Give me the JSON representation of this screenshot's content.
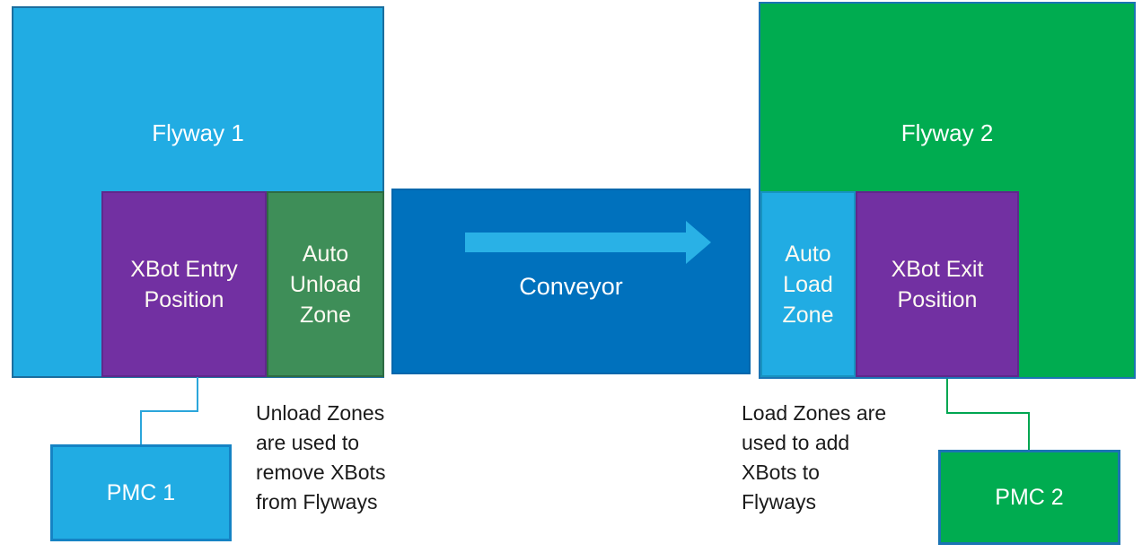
{
  "diagram": {
    "flyway1": {
      "label": "Flyway 1"
    },
    "flyway2": {
      "label": "Flyway 2"
    },
    "xbot_entry": {
      "label": "XBot Entry\nPosition"
    },
    "auto_unload": {
      "label": "Auto\nUnload\nZone"
    },
    "conveyor": {
      "label": "Conveyor",
      "arrow_icon": "right-arrow"
    },
    "auto_load": {
      "label": "Auto\nLoad\nZone"
    },
    "xbot_exit": {
      "label": "XBot Exit\nPosition"
    },
    "pmc1": {
      "label": "PMC 1"
    },
    "pmc2": {
      "label": "PMC 2"
    },
    "notes": {
      "unload": "Unload Zones\nare used to\nremove XBots\nfrom Flyways",
      "load": "Load Zones are\nused to add\nXBots to\nFlyways"
    }
  },
  "colors": {
    "light-blue": "#21ACE3",
    "blue": "#0071BD",
    "green": "#00AC50",
    "muted-green": "#3E8E58",
    "purple": "#7230A2",
    "arrow-blue": "#29B1E6",
    "flyway1-border": "#1B6E9E",
    "flyway2-border": "#1B74B4",
    "pmc1-border": "#1583C4",
    "unload-border": "#2E6B42",
    "autoload-border": "#1793C0",
    "purple-border": "#60288C",
    "conveyor-border": "#0267AC",
    "connector-blue": "#2BA6DB",
    "connector-green": "#00A651",
    "note-text": "#1A1A1A"
  }
}
